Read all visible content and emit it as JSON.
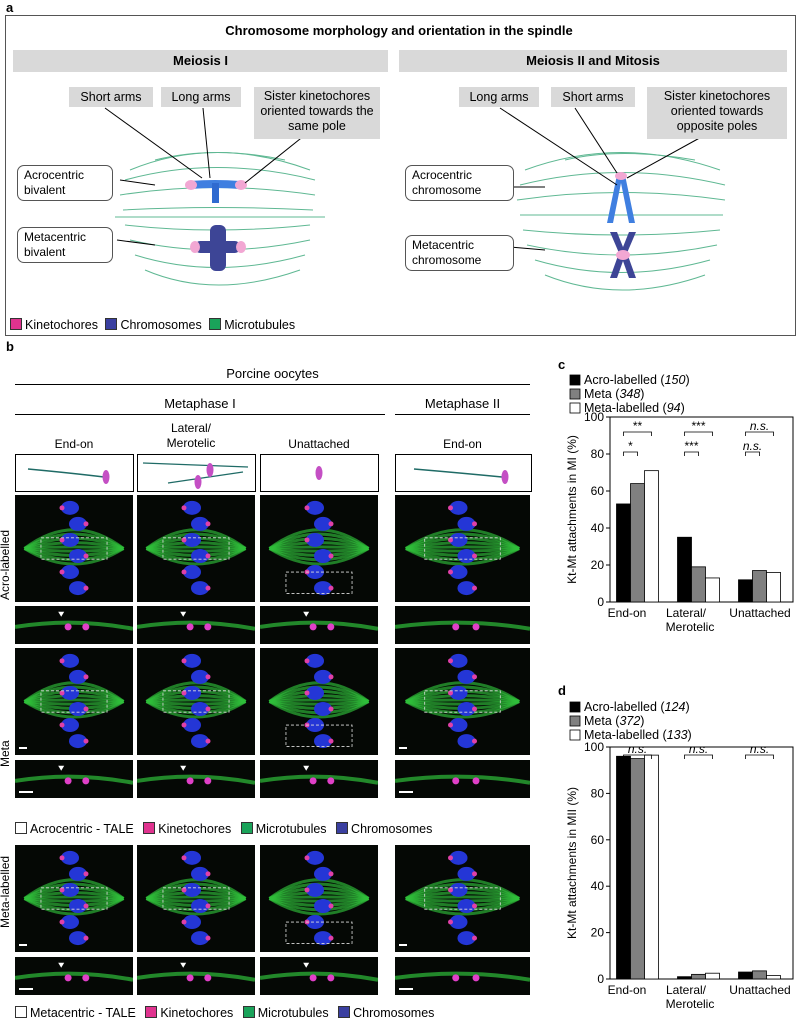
{
  "panel_a": {
    "letter": "a",
    "title": "Chromosome morphology and orientation in the spindle",
    "meiosis1": {
      "header": "Meiosis I",
      "label_short": "Short arms",
      "label_long": "Long arms",
      "label_sister": "Sister kinetochores oriented towards the same pole",
      "callout_acro": "Acrocentric bivalent",
      "callout_meta": "Metacentric bivalent"
    },
    "meiosis2": {
      "header": "Meiosis II and Mitosis",
      "label_long": "Long arms",
      "label_short": "Short arms",
      "label_sister": "Sister kinetochores oriented towards opposite poles",
      "callout_acro": "Acrocentric chromosome",
      "callout_meta": "Metacentric chromosome"
    },
    "legend": [
      {
        "label": "Kinetochores",
        "color": "#e0338f"
      },
      {
        "label": "Chromosomes",
        "color": "#3a3fa0"
      },
      {
        "label": "Microtubules",
        "color": "#1aa35a"
      }
    ]
  },
  "panel_b": {
    "letter": "b",
    "title": "Porcine oocytes",
    "metaphase1": "Metaphase I",
    "metaphase2": "Metaphase II",
    "col_endon": "End-on",
    "col_lateral": "Lateral/ Merotelic",
    "col_unattached": "Unattached",
    "col_endon2": "End-on",
    "row_acro": "Acro-labelled",
    "row_meta": "Meta",
    "row_metalab": "Meta-labelled",
    "legend1": [
      {
        "label": "Acrocentric - TALE",
        "color": "#ffffff"
      },
      {
        "label": "Kinetochores",
        "color": "#e0338f"
      },
      {
        "label": "Microtubules",
        "color": "#1aa35a"
      },
      {
        "label": "Chromosomes",
        "color": "#3a3fa0"
      }
    ],
    "legend2": [
      {
        "label": "Metacentric - TALE",
        "color": "#ffffff"
      },
      {
        "label": "Kinetochores",
        "color": "#e0338f"
      },
      {
        "label": "Microtubules",
        "color": "#1aa35a"
      },
      {
        "label": "Chromosomes",
        "color": "#3a3fa0"
      }
    ]
  },
  "chart_data": [
    {
      "panel": "c",
      "type": "bar",
      "ylabel": "Kt-Mt attachments in MI (%)",
      "ylim": [
        0,
        100
      ],
      "yticks": [
        0,
        20,
        40,
        60,
        80,
        100
      ],
      "categories": [
        "End-on",
        "Lateral/ Merotelic",
        "Unattached"
      ],
      "series": [
        {
          "name": "Acro-labelled",
          "n": "150",
          "color": "#000000",
          "values": [
            53,
            35,
            12
          ]
        },
        {
          "name": "Meta",
          "n": "348",
          "color": "#808080",
          "values": [
            64,
            19,
            17
          ]
        },
        {
          "name": "Meta-labelled",
          "n": "94",
          "color": "#ffffff",
          "values": [
            71,
            13,
            16
          ]
        }
      ],
      "significance": [
        {
          "category": 0,
          "outer": "**",
          "inner": "*"
        },
        {
          "category": 1,
          "outer": "***",
          "inner": "***"
        },
        {
          "category": 2,
          "outer": "n.s.",
          "inner": "n.s."
        }
      ]
    },
    {
      "panel": "d",
      "type": "bar",
      "ylabel": "Kt-Mt attachments in MII (%)",
      "ylim": [
        0,
        100
      ],
      "yticks": [
        0,
        20,
        40,
        60,
        80,
        100
      ],
      "categories": [
        "End-on",
        "Lateral/ Merotelic",
        "Unattached"
      ],
      "series": [
        {
          "name": "Acro-labelled",
          "n": "124",
          "color": "#000000",
          "values": [
            96,
            1,
            3
          ]
        },
        {
          "name": "Meta",
          "n": "372",
          "color": "#808080",
          "values": [
            95,
            2,
            3.5
          ]
        },
        {
          "name": "Meta-labelled",
          "n": "133",
          "color": "#ffffff",
          "values": [
            96.5,
            2.5,
            1.5
          ]
        }
      ],
      "significance": [
        {
          "category": 0,
          "outer": "n.s."
        },
        {
          "category": 1,
          "outer": "n.s."
        },
        {
          "category": 2,
          "outer": "n.s."
        }
      ]
    }
  ]
}
